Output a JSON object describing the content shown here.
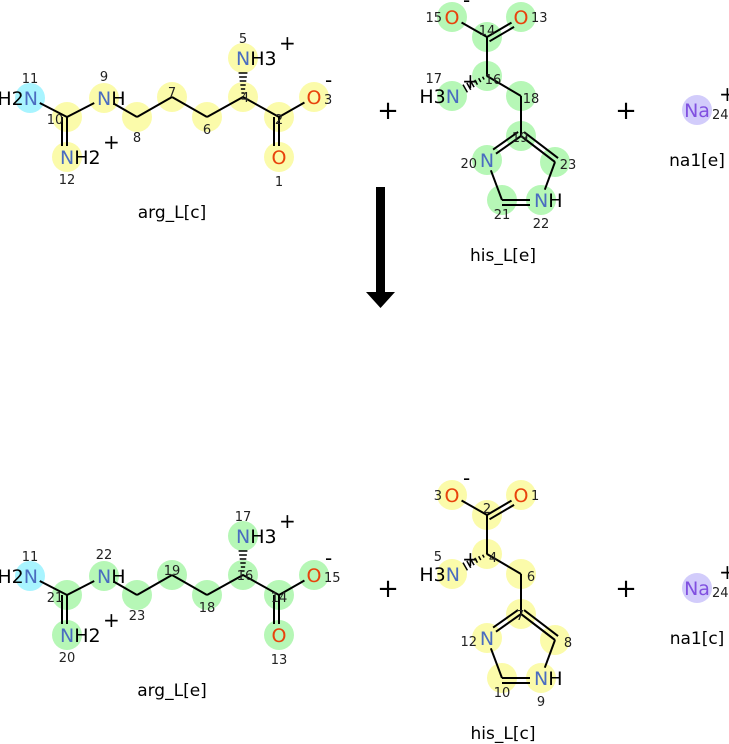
{
  "colors": {
    "yellow": "#fbfbaa",
    "green": "#b6f7b6",
    "cyan": "#a8f4ff",
    "purple": "#d2ccfb",
    "N": "#4a6cc0",
    "O": "#e8420c",
    "Na": "#8050e0",
    "C": "#000000"
  },
  "top": {
    "arg": {
      "name": "arg_L[c]",
      "atoms": [
        {
          "n": "11",
          "el": "N",
          "h": "H2",
          "pre": true,
          "q": "",
          "hl": "cyan"
        },
        {
          "n": "10",
          "el": "",
          "hl": "yellow"
        },
        {
          "n": "12",
          "el": "N",
          "h": "H2",
          "q": "+",
          "hl": "yellow"
        },
        {
          "n": "9",
          "el": "N",
          "h": "H",
          "hl": "yellow"
        },
        {
          "n": "8",
          "el": "",
          "hl": "yellow"
        },
        {
          "n": "7",
          "el": "",
          "hl": "yellow"
        },
        {
          "n": "6",
          "el": "",
          "hl": "yellow"
        },
        {
          "n": "4",
          "el": "",
          "hl": "yellow"
        },
        {
          "n": "5",
          "el": "N",
          "h": "H3",
          "q": "+",
          "hl": "yellow"
        },
        {
          "n": "2",
          "el": "",
          "hl": "yellow"
        },
        {
          "n": "1",
          "el": "O",
          "hl": "yellow"
        },
        {
          "n": "3",
          "el": "O",
          "q": "-",
          "hl": "yellow"
        }
      ]
    },
    "his": {
      "name": "his_L[e]",
      "atoms": [
        {
          "n": "15",
          "el": "O",
          "q": "-",
          "hl": "green"
        },
        {
          "n": "14",
          "el": "",
          "hl": "green"
        },
        {
          "n": "13",
          "el": "O",
          "hl": "green"
        },
        {
          "n": "16",
          "el": "",
          "hl": "green"
        },
        {
          "n": "17",
          "el": "N",
          "h": "H3",
          "pre": true,
          "q": "+",
          "hl": "green"
        },
        {
          "n": "18",
          "el": "",
          "hl": "green"
        },
        {
          "n": "19",
          "el": "",
          "hl": "green"
        },
        {
          "n": "20",
          "el": "N",
          "hl": "green"
        },
        {
          "n": "23",
          "el": "",
          "hl": "green"
        },
        {
          "n": "21",
          "el": "",
          "hl": "green"
        },
        {
          "n": "22",
          "el": "N",
          "h": "H",
          "hl": "green"
        }
      ]
    },
    "na": {
      "name": "na1[e]",
      "atoms": [
        {
          "n": "24",
          "el": "Na",
          "q": "+",
          "hl": "purple"
        }
      ]
    },
    "plus": "+"
  },
  "bottom": {
    "arg": {
      "name": "arg_L[e]",
      "atoms": [
        {
          "n": "11",
          "el": "N",
          "h": "H2",
          "pre": true,
          "q": "",
          "hl": "cyan"
        },
        {
          "n": "21",
          "el": "",
          "hl": "green"
        },
        {
          "n": "20",
          "el": "N",
          "h": "H2",
          "q": "+",
          "hl": "green"
        },
        {
          "n": "22",
          "el": "N",
          "h": "H",
          "hl": "green"
        },
        {
          "n": "23",
          "el": "",
          "hl": "green"
        },
        {
          "n": "19",
          "el": "",
          "hl": "green"
        },
        {
          "n": "18",
          "el": "",
          "hl": "green"
        },
        {
          "n": "16",
          "el": "",
          "hl": "green"
        },
        {
          "n": "17",
          "el": "N",
          "h": "H3",
          "q": "+",
          "hl": "green"
        },
        {
          "n": "14",
          "el": "",
          "hl": "green"
        },
        {
          "n": "13",
          "el": "O",
          "hl": "green"
        },
        {
          "n": "15",
          "el": "O",
          "q": "-",
          "hl": "green"
        }
      ]
    },
    "his": {
      "name": "his_L[c]",
      "atoms": [
        {
          "n": "3",
          "el": "O",
          "q": "-",
          "hl": "yellow"
        },
        {
          "n": "2",
          "el": "",
          "hl": "yellow"
        },
        {
          "n": "1",
          "el": "O",
          "hl": "yellow"
        },
        {
          "n": "4",
          "el": "",
          "hl": "yellow"
        },
        {
          "n": "5",
          "el": "N",
          "h": "H3",
          "pre": true,
          "q": "+",
          "hl": "yellow"
        },
        {
          "n": "6",
          "el": "",
          "hl": "yellow"
        },
        {
          "n": "7",
          "el": "",
          "hl": "yellow"
        },
        {
          "n": "12",
          "el": "N",
          "hl": "yellow"
        },
        {
          "n": "8",
          "el": "",
          "hl": "yellow"
        },
        {
          "n": "10",
          "el": "",
          "hl": "yellow"
        },
        {
          "n": "9",
          "el": "N",
          "h": "H",
          "hl": "yellow"
        }
      ]
    },
    "na": {
      "name": "na1[c]",
      "atoms": [
        {
          "n": "24",
          "el": "Na",
          "q": "+",
          "hl": "purple"
        }
      ]
    },
    "plus": "+"
  }
}
